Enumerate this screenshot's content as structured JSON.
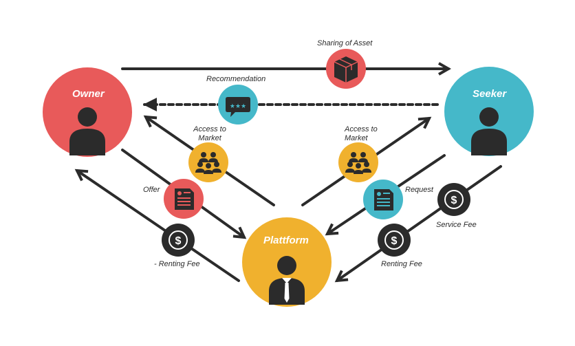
{
  "nodes": {
    "owner": {
      "label": "Owner",
      "color": "#e85a5a"
    },
    "seeker": {
      "label": "Seeker",
      "color": "#45b8c9"
    },
    "platform": {
      "label": "Plattform",
      "color": "#f0b12e"
    }
  },
  "flows": {
    "sharing_of_asset": "Sharing of Asset",
    "recommendation": "Recommendation",
    "access_left_1": "Access to",
    "access_left_2": "Market",
    "access_right_1": "Access to",
    "access_right_2": "Market",
    "offer": "Offer",
    "request": "Request",
    "service_fee": "Service Fee",
    "renting_fee_left": "- Renting Fee",
    "renting_fee_right": "Renting Fee"
  },
  "icons": {
    "box": "box-icon",
    "chat": "chat-bubble-icon",
    "group": "group-icon",
    "document": "document-icon",
    "dollar": "dollar-icon",
    "person": "person-icon",
    "businessman": "businessman-icon"
  },
  "colors": {
    "red": "#e85a5a",
    "teal": "#45b8c9",
    "yellow": "#f0b12e",
    "dark": "#2b2b2b"
  }
}
